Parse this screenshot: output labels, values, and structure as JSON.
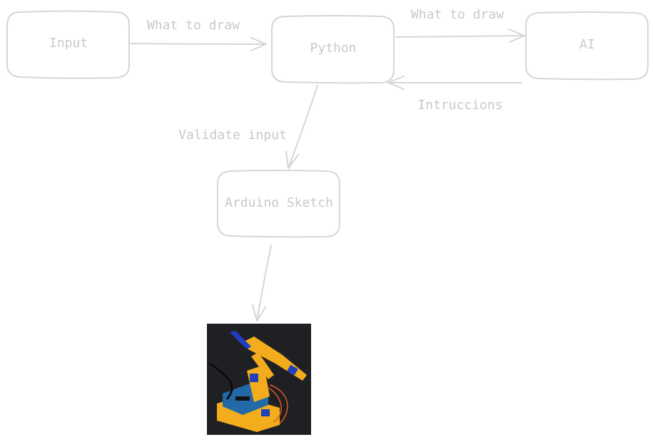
{
  "colors": {
    "stroke": "#d6d6d6",
    "text": "#c9c9c9",
    "photo_bg": "#1f2024",
    "robot_yellow": "#f2ac1c",
    "servo_blue": "#1f3fbd",
    "board_blue": "#2369a8",
    "wire_orange": "#e0581b"
  },
  "nodes": {
    "input": {
      "label": "Input"
    },
    "python": {
      "label": "Python"
    },
    "ai": {
      "label": "AI"
    },
    "arduino": {
      "label": "Arduino Sketch"
    }
  },
  "edges": {
    "input_to_python": {
      "label": "What to draw"
    },
    "python_to_ai": {
      "label": "What to draw"
    },
    "ai_to_python": {
      "label": "Intruccions"
    },
    "python_to_arduino": {
      "label": "Validate input"
    }
  },
  "image": {
    "subject": "robotic-arm-drawing-machine"
  }
}
